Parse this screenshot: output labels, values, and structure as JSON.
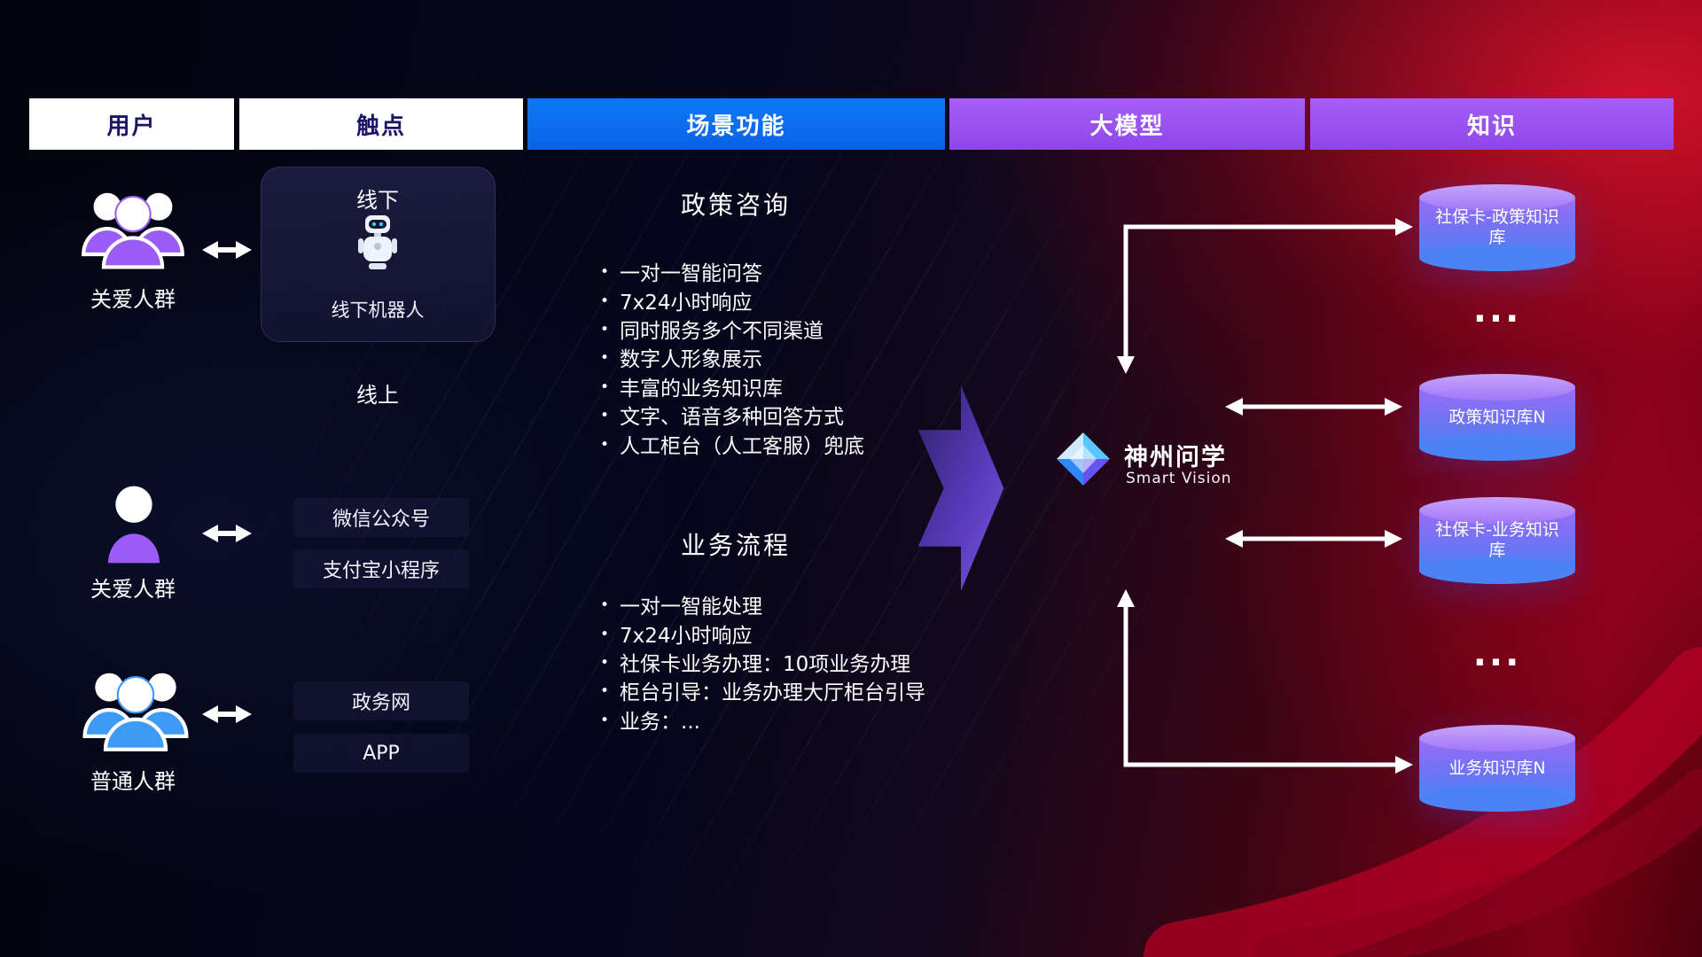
{
  "headers": [
    {
      "label": "用户"
    },
    {
      "label": "触点"
    },
    {
      "label": "场景功能"
    },
    {
      "label": "大模型"
    },
    {
      "label": "知识"
    }
  ],
  "users": [
    {
      "label": "关爱人群"
    },
    {
      "label": "关爱人群"
    },
    {
      "label": "普通人群"
    }
  ],
  "touchpoints": {
    "offline_title": "线下",
    "offline_robot": "线下机器人",
    "online_title": "线上",
    "channels": [
      "微信公众号",
      "支付宝小程序",
      "政务网",
      "APP"
    ]
  },
  "scenarios": [
    {
      "title": "政策咨询",
      "items": [
        "一对一智能问答",
        "7x24小时响应",
        "同时服务多个不同渠道",
        "数字人形象展示",
        "丰富的业务知识库",
        "文字、语音多种回答方式",
        "人工柜台（人工客服）兜底"
      ]
    },
    {
      "title": "业务流程",
      "items": [
        "一对一智能处理",
        "7x24小时响应",
        "社保卡业务办理：10项业务办理",
        "柜台引导：业务办理大厅柜台引导",
        "业务：..."
      ]
    }
  ],
  "model": {
    "name": "神州问学",
    "subtitle": "Smart Vision"
  },
  "knowledge": {
    "cylinders": [
      "社保卡-政策知识库",
      "政策知识库N",
      "社保卡-业务知识库",
      "业务知识库N"
    ],
    "ellipsis": "..."
  },
  "colors": {
    "header_light_bg": "#ffffff",
    "header_light_text": "#1a1666",
    "header_blue": "#0a6ff0",
    "header_purple": "#9b53f2",
    "user_purple": "#9b5cf5",
    "user_blue": "#3d9bf5",
    "cylinder_top": "#b18df8",
    "cylinder_bottom": "#4b82f4",
    "arrow_white": "#ffffff",
    "background_red": "#a00018",
    "flow_arrow_purple": "#6a46d4"
  }
}
